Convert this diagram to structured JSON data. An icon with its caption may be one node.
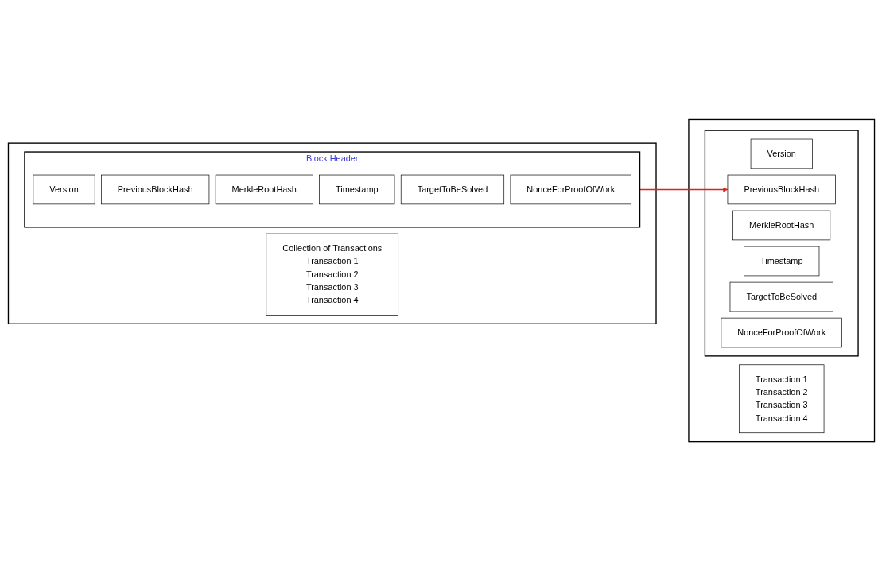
{
  "diagram": {
    "nodes": [
      {
        "text": [],
        "shape": "box"
      },
      {
        "text": [
          "Block Header"
        ],
        "in": 0
      },
      {
        "text": [
          "Version"
        ],
        "in": 1
      },
      {
        "text": [
          "PreviousBlockHash"
        ],
        "in": 1
      },
      {
        "text": [
          "MerkleRootHash"
        ],
        "in": 1
      },
      {
        "text": [
          "Timestamp"
        ],
        "in": 1
      },
      {
        "text": [
          "TargetToBeSolved"
        ],
        "in": 1
      },
      {
        "text": [
          "NonceForProofOfWork"
        ],
        "in": 1
      },
      {
        "text": [
          "Collection of Transactions",
          "Transaction 1",
          "Transaction 2",
          "Transaction 3",
          "Transaction 4"
        ],
        "in": 0
      },
      {
        "text": [],
        "shape": "box"
      },
      {
        "text": [],
        "shape": "box",
        "in": 9
      },
      {
        "text": [
          "Version"
        ],
        "in": 10
      },
      {
        "text": [
          "PreviousBlockHash"
        ],
        "in": 10
      },
      {
        "text": [
          "MerkleRootHash"
        ],
        "in": 10
      },
      {
        "text": [
          "Timestamp"
        ],
        "in": 10
      },
      {
        "text": [
          "TargetToBeSolved"
        ],
        "in": 10
      },
      {
        "text": [
          "NonceForProofOfWork"
        ],
        "in": 10
      },
      {
        "text": [
          "Transaction 1",
          "Transaction 2",
          "Transaction 3",
          "Transaction 4"
        ],
        "in": 9
      }
    ],
    "edges": [
      {
        "from": 1,
        "to": 12,
        "arrow": "to",
        "color": "#e02020"
      }
    ]
  }
}
